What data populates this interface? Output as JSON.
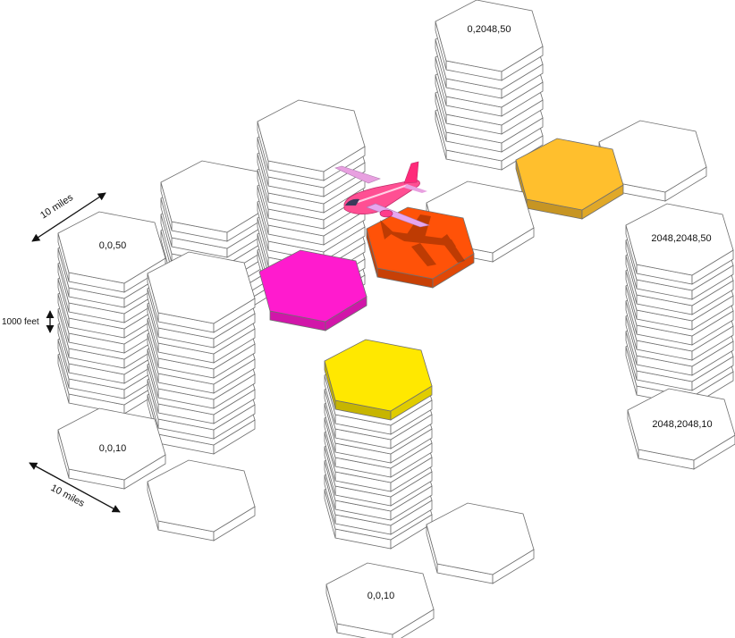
{
  "cell_labels": {
    "top_cell": "0,2048,50",
    "left_top": "0,0,50",
    "left_bottom": "0,0,10",
    "right_top": "2048,2048,50",
    "right_bottom": "2048,2048,10",
    "center_bottom": "0,0,10"
  },
  "scale_labels": {
    "top_width": "10 miles",
    "bottom_width": "10 miles",
    "height": "1000 feet"
  },
  "highlight_colors": {
    "default_cell": "#ffffff",
    "orange_cell": "#ffbf2d",
    "red_cell": "#ff5208",
    "magenta_cell": "#ff1bce",
    "yellow_cell": "#ffe800",
    "airplane": "#ff3d8c"
  },
  "icons": [
    "airplane-icon",
    "airplane-shadow-icon"
  ]
}
